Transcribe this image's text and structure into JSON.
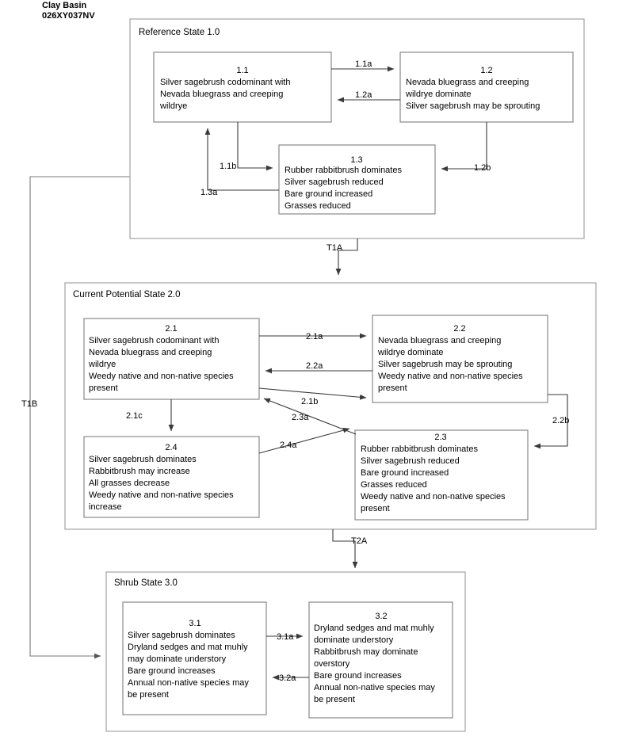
{
  "header": {
    "line1": "Clay Basin",
    "line2": "026XY037NV"
  },
  "states": [
    {
      "id": "state-1",
      "label": "Reference State 1.0",
      "boxes": [
        {
          "id": "box-1-1",
          "number": "1.1",
          "lines": [
            "Silver sagebrush codominant with",
            "Nevada bluegrass and creeping",
            "wildrye"
          ]
        },
        {
          "id": "box-1-2",
          "number": "1.2",
          "lines": [
            "Nevada bluegrass and creeping",
            "wildrye dominate",
            "Silver sagebrush may be sprouting"
          ]
        },
        {
          "id": "box-1-3",
          "number": "1.3",
          "lines": [
            "Rubber rabbitbrush dominates",
            "Silver sagebrush reduced",
            "Bare ground increased",
            "Grasses reduced"
          ]
        }
      ]
    },
    {
      "id": "state-2",
      "label": "Current Potential State 2.0",
      "boxes": [
        {
          "id": "box-2-1",
          "number": "2.1",
          "lines": [
            "Silver sagebrush codominant with",
            "Nevada bluegrass and creeping",
            "wildrye",
            "Weedy native and non-native species",
            "present"
          ]
        },
        {
          "id": "box-2-2",
          "number": "2.2",
          "lines": [
            "Nevada bluegrass and creeping",
            "wildrye dominate",
            "Silver sagebrush may be sprouting",
            "Weedy native and non-native species",
            "present"
          ]
        },
        {
          "id": "box-2-3",
          "number": "2.3",
          "lines": [
            "Rubber rabbitbrush dominates",
            "Silver sagebrush reduced",
            "Bare ground increased",
            "Grasses reduced",
            "Weedy native and non-native species",
            "present"
          ]
        },
        {
          "id": "box-2-4",
          "number": "2.4",
          "lines": [
            "Silver sagebrush dominates",
            "Rabbitbrush may increase",
            "All grasses decrease",
            "Weedy native and non-native species",
            "increase"
          ]
        }
      ]
    },
    {
      "id": "state-3",
      "label": "Shrub State 3.0",
      "boxes": [
        {
          "id": "box-3-1",
          "number": "3.1",
          "lines": [
            "Silver sagebrush dominates",
            "Dryland sedges and mat muhly",
            "may dominate understory",
            "Bare ground increases",
            "Annual non-native species may",
            "be present"
          ]
        },
        {
          "id": "box-3-2",
          "number": "3.2",
          "lines": [
            "Dryland sedges and mat muhly",
            "dominate understory",
            "Rabbitbrush may dominate",
            "overstory",
            "Bare ground increases",
            "Annual non-native species may",
            "be present"
          ]
        }
      ]
    }
  ],
  "pathways": {
    "p_1_1a": "1.1a",
    "p_1_2a": "1.2a",
    "p_1_1b": "1.1b",
    "p_1_2b": "1.2b",
    "p_1_3a": "1.3a",
    "p_2_1a": "2.1a",
    "p_2_2a": "2.2a",
    "p_2_1b": "2.1b",
    "p_2_3a": "2.3a",
    "p_2_4a": "2.4a",
    "p_2_1c": "2.1c",
    "p_2_2b": "2.2b",
    "p_3_1a": "3.1a",
    "p_3_2a": "3.2a"
  },
  "transitions": {
    "t1a": "T1A",
    "t1b": "T1B",
    "t2a": "T2A"
  },
  "colors": {
    "background": "#ffffff",
    "state_border": "#9a9a9a",
    "box_border": "#7d7d7d",
    "connector": "#3a3a3a",
    "text": "#000000"
  }
}
